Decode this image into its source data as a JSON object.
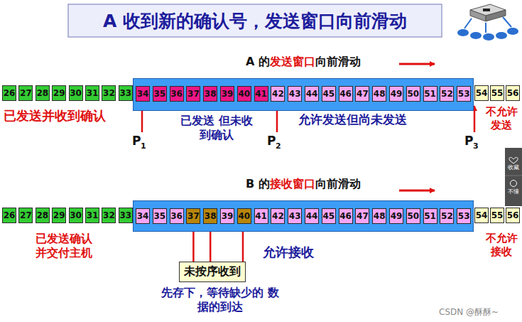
{
  "diagram": {
    "title": "A 收到新的确认号，发送窗口向前滑动",
    "nodes": [
      {
        "text": [
          "26"
        ]
      },
      {
        "text": [
          "27"
        ]
      },
      {
        "text": [
          "28"
        ]
      },
      {
        "text": [
          "29"
        ]
      },
      {
        "text": [
          "30"
        ]
      },
      {
        "text": [
          "31"
        ]
      },
      {
        "text": [
          "32"
        ]
      },
      {
        "text": [
          "33"
        ]
      },
      {
        "text": [
          "A 的",
          "发送窗口",
          "向前滑动"
        ]
      },
      {
        "text": [
          "34"
        ],
        "in": 8
      },
      {
        "text": [
          "35"
        ],
        "in": 8
      },
      {
        "text": [
          "36"
        ],
        "in": 8
      },
      {
        "text": [
          "37"
        ],
        "in": 8
      },
      {
        "text": [
          "38"
        ],
        "in": 8
      },
      {
        "text": [
          "39"
        ],
        "in": 8
      },
      {
        "text": [
          "40"
        ],
        "in": 8
      },
      {
        "text": [
          "41"
        ],
        "in": 8
      },
      {
        "text": [
          "42"
        ],
        "in": 8
      },
      {
        "text": [
          "43"
        ],
        "in": 8
      },
      {
        "text": [
          "44"
        ],
        "in": 8
      },
      {
        "text": [
          "45"
        ],
        "in": 8
      },
      {
        "text": [
          "46"
        ],
        "in": 8
      },
      {
        "text": [
          "47"
        ],
        "in": 8
      },
      {
        "text": [
          "48"
        ],
        "in": 8
      },
      {
        "text": [
          "49"
        ],
        "in": 8
      },
      {
        "text": [
          "50"
        ],
        "in": 8
      },
      {
        "text": [
          "51"
        ],
        "in": 8
      },
      {
        "text": [
          "52"
        ],
        "in": 8
      },
      {
        "text": [
          "53"
        ],
        "in": 8
      },
      {
        "text": [
          "54"
        ]
      },
      {
        "text": [
          "55"
        ]
      },
      {
        "text": [
          "56"
        ]
      },
      {
        "text": [
          "26"
        ]
      },
      {
        "text": [
          "27"
        ]
      },
      {
        "text": [
          "28"
        ]
      },
      {
        "text": [
          "29"
        ]
      },
      {
        "text": [
          "30"
        ]
      },
      {
        "text": [
          "31"
        ]
      },
      {
        "text": [
          "32"
        ]
      },
      {
        "text": [
          "33"
        ]
      },
      {
        "text": [
          "B 的",
          "接收窗口",
          "向前滑动"
        ]
      },
      {
        "text": [
          "34"
        ],
        "in": 40
      },
      {
        "text": [
          "35"
        ],
        "in": 40
      },
      {
        "text": [
          "36"
        ],
        "in": 40
      },
      {
        "text": [
          "37"
        ],
        "in": 40
      },
      {
        "text": [
          "38"
        ],
        "in": 40
      },
      {
        "text": [
          "39"
        ],
        "in": 40
      },
      {
        "text": [
          "40"
        ],
        "in": 40
      },
      {
        "text": [
          "41"
        ],
        "in": 40
      },
      {
        "text": [
          "42"
        ],
        "in": 40
      },
      {
        "text": [
          "43"
        ],
        "in": 40
      },
      {
        "text": [
          "44"
        ],
        "in": 40
      },
      {
        "text": [
          "45"
        ],
        "in": 40
      },
      {
        "text": [
          "46"
        ],
        "in": 40
      },
      {
        "text": [
          "47"
        ],
        "in": 40
      },
      {
        "text": [
          "48"
        ],
        "in": 40
      },
      {
        "text": [
          "49"
        ],
        "in": 40
      },
      {
        "text": [
          "50"
        ],
        "in": 40
      },
      {
        "text": [
          "51"
        ],
        "in": 40
      },
      {
        "text": [
          "52"
        ],
        "in": 40
      },
      {
        "text": [
          "53"
        ],
        "in": 40
      },
      {
        "text": [
          "54"
        ]
      },
      {
        "text": [
          "55"
        ]
      },
      {
        "text": [
          "56"
        ]
      },
      {
        "text": [
          "未按序收到"
        ]
      }
    ],
    "edges": [
      {
        "from": 64,
        "to": 44,
        "arrow": "to"
      },
      {
        "from": 64,
        "to": 45,
        "arrow": "to"
      },
      {
        "from": 64,
        "to": 47,
        "arrow": "to"
      }
    ],
    "labels": [
      "已发送并收到确认",
      "已发送 但未收到确认",
      "允许发送但尚未发送",
      "不允许 发送",
      "P",
      "1",
      "P",
      "2",
      "P",
      "3",
      "已发送确认 并交付主机",
      "允许接收",
      "不允许 接收",
      "先存下，等待缺少的 数据的到达",
      "收藏",
      "不懂",
      "CSDN @酥酥~"
    ]
  }
}
